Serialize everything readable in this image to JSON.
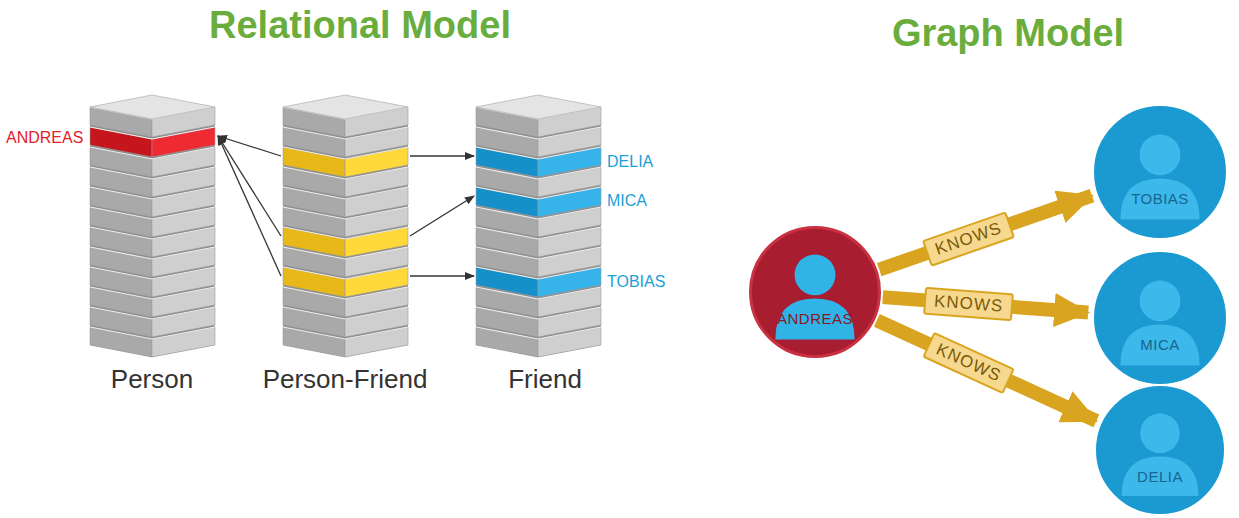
{
  "diagram": {
    "nodes": [
      {
        "text": [
          "ANDREAS"
        ]
      },
      {
        "text": [
          "TOBIAS"
        ]
      },
      {
        "text": [
          "MICA"
        ]
      },
      {
        "text": [
          "DELIA"
        ]
      }
    ],
    "edges": [
      {
        "from": 0,
        "to": 1,
        "arrow": "to",
        "label": "KNOWS"
      },
      {
        "from": 0,
        "to": 2,
        "arrow": "to",
        "label": "KNOWS"
      },
      {
        "from": 0,
        "to": 3,
        "arrow": "to",
        "label": "KNOWS"
      }
    ],
    "labels": [
      "Relational Model",
      "Graph Model",
      "ANDREAS",
      "DELIA",
      "MICA",
      "TOBIAS",
      "Person",
      "Person-Friend",
      "Friend"
    ]
  }
}
